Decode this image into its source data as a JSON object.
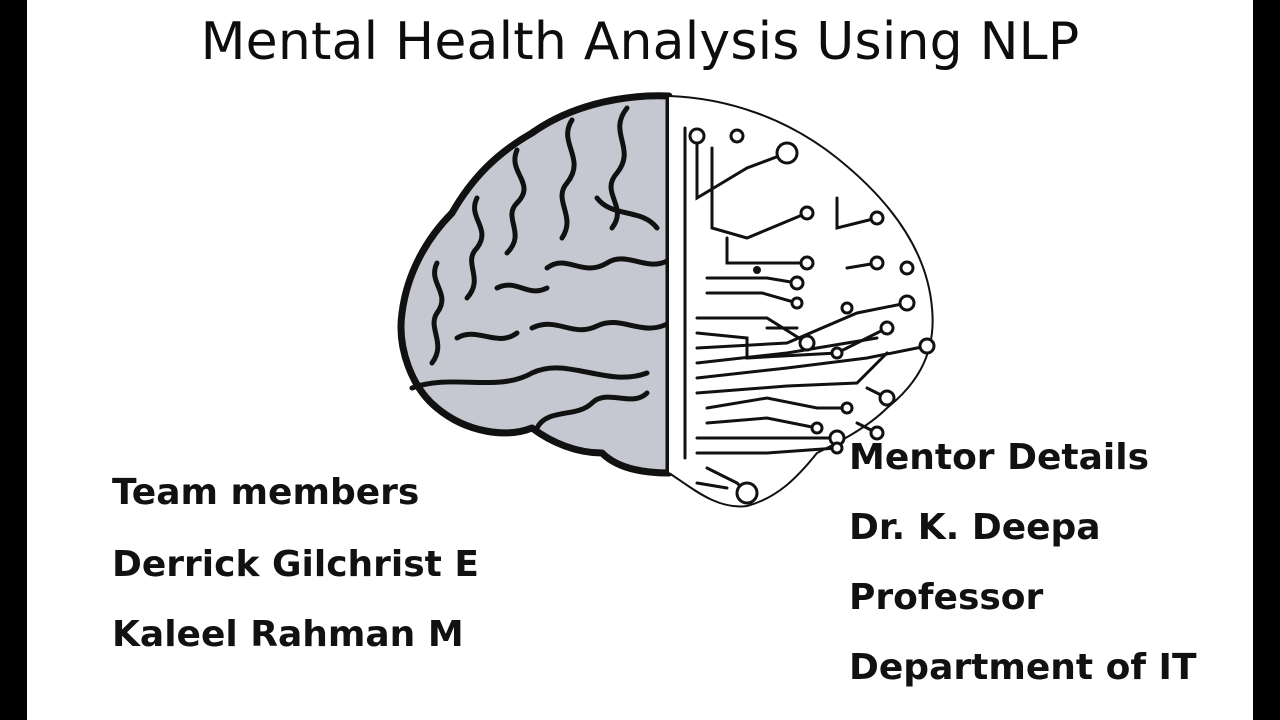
{
  "slide": {
    "title": "Mental Health Analysis Using NLP"
  },
  "team": {
    "heading": "Team members",
    "members": [
      "Derrick Gilchrist E",
      "Kaleel Rahman M"
    ]
  },
  "mentor": {
    "heading": "Mentor Details",
    "name": "Dr. K. Deepa",
    "role": "Professor",
    "department": "Department of IT"
  },
  "illustration": {
    "icon": "brain-circuit-icon",
    "colors": {
      "brain_fill": "#c5c8d0",
      "outline": "#111111",
      "circuit": "#111111"
    }
  }
}
